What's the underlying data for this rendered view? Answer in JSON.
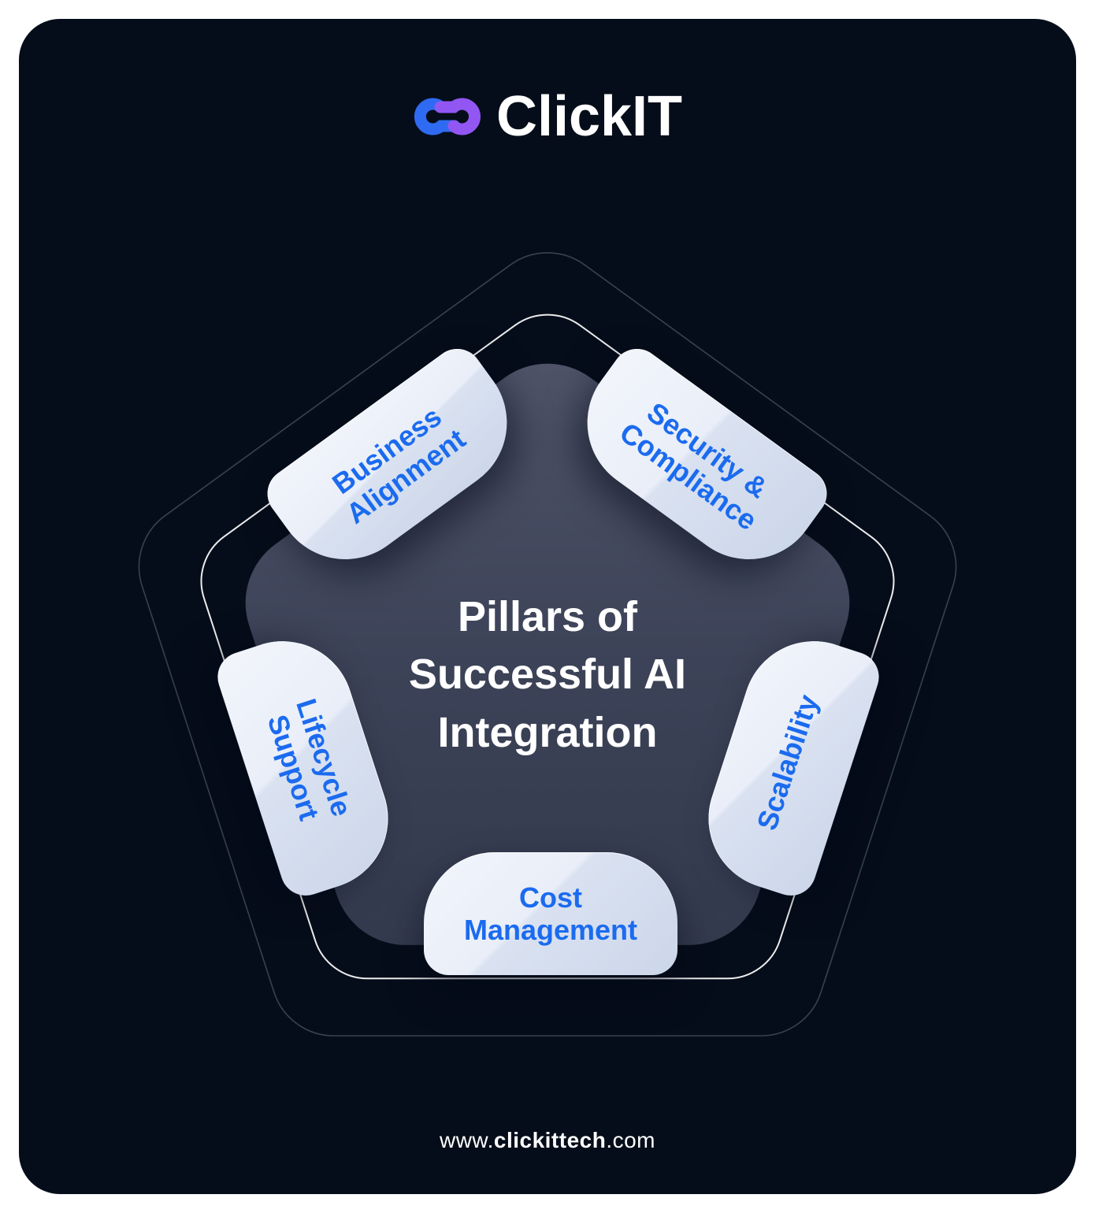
{
  "logo": {
    "text": "ClickIT"
  },
  "title": {
    "lines": [
      "Pillars of",
      "Successful AI",
      "Integration"
    ]
  },
  "pillars": [
    {
      "id": "business-alignment",
      "label": "Business Alignment",
      "lines": [
        "Business",
        "Alignment"
      ]
    },
    {
      "id": "security-compliance",
      "label": "Security & Compliance",
      "lines": [
        "Security &",
        "Compliance"
      ]
    },
    {
      "id": "scalability",
      "label": "Scalability",
      "lines": [
        "Scalability"
      ]
    },
    {
      "id": "lifecycle-support",
      "label": "Lifecycle Support",
      "lines": [
        "Lifecycle",
        "Support"
      ]
    },
    {
      "id": "cost-management",
      "label": "Cost Management",
      "lines": [
        "Cost",
        "Management"
      ]
    }
  ],
  "footer": {
    "prefix": "www.",
    "bold": "clickittech",
    "suffix": ".com"
  },
  "colors": {
    "page_background": "#FFFFFF",
    "card_background": "#060D1A",
    "pill_background": "#E7EDF7",
    "pill_text": "#1B6BEF",
    "title_text": "#FFFFFF",
    "logo_blue": "#2E6BF2",
    "logo_purple": "#9257F3",
    "pentagon_fill_top": "#4E5368",
    "pentagon_fill_bottom": "#333A4D",
    "inner_outline": "#FFFFFF",
    "outer_outline": "#8E9AB0"
  }
}
